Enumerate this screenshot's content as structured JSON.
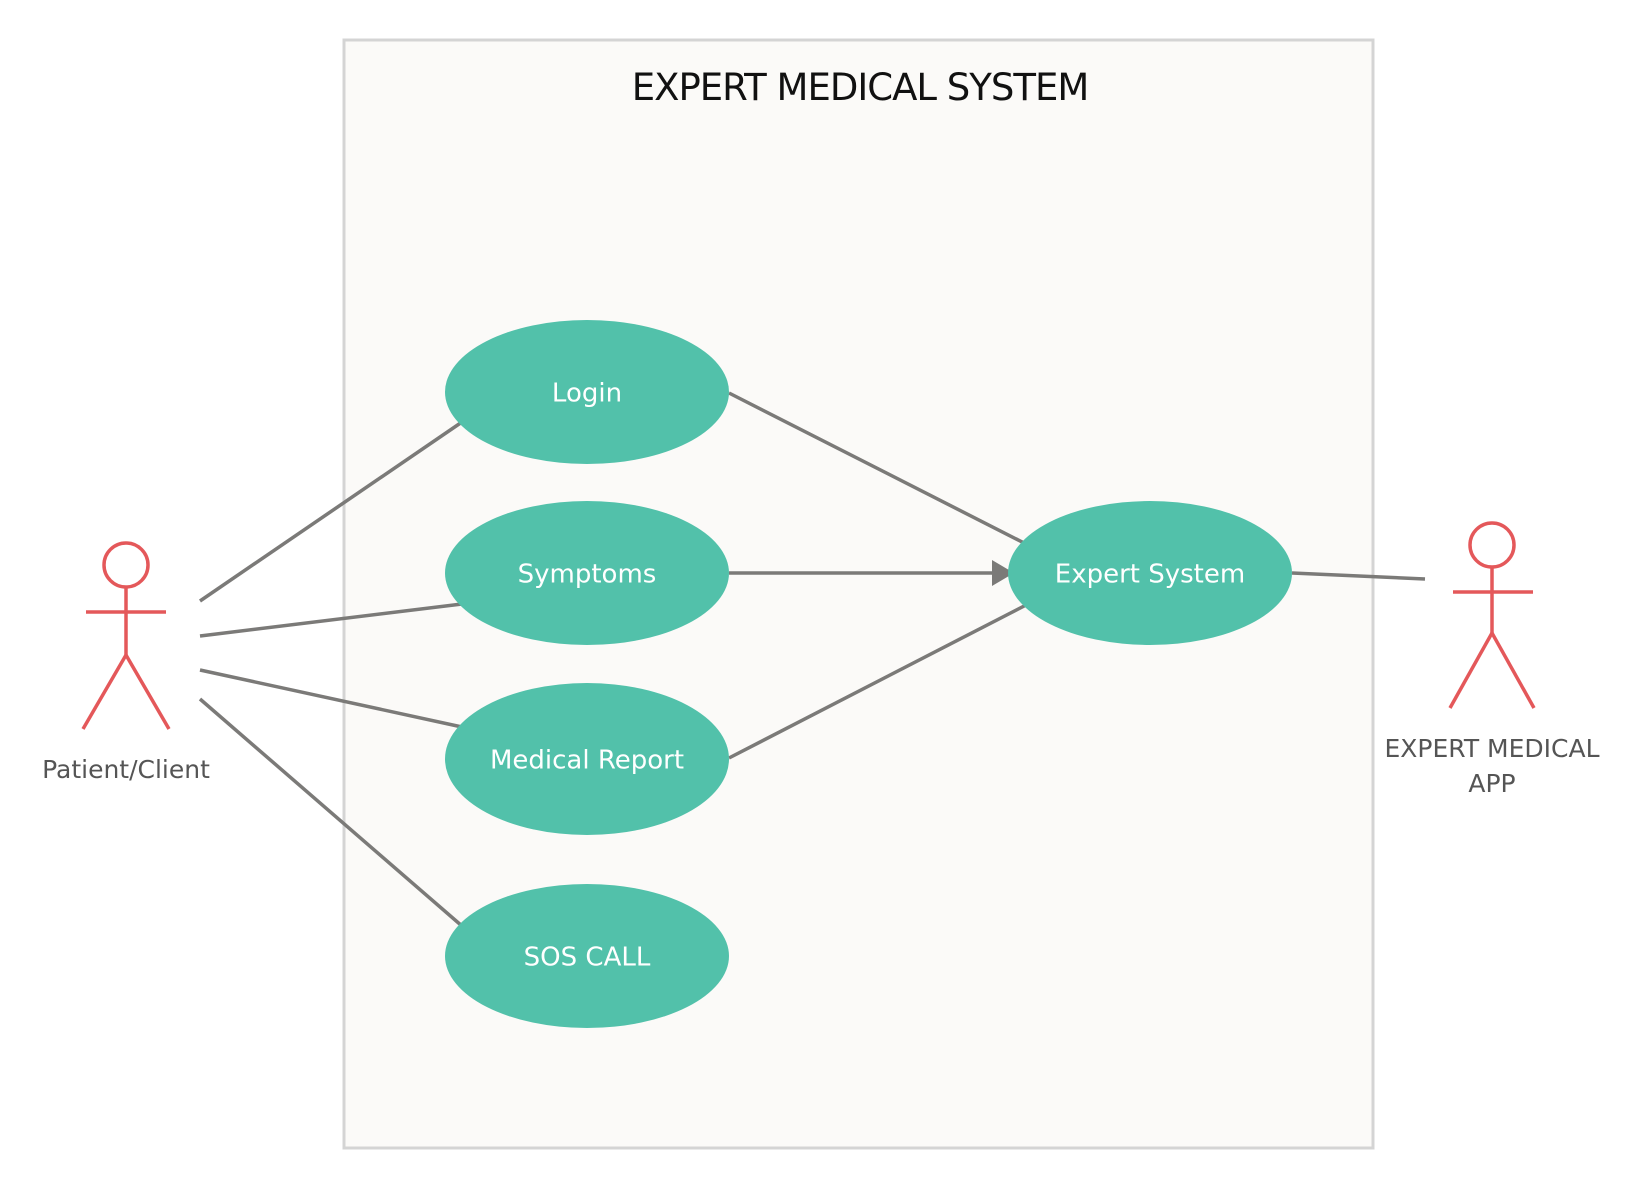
{
  "system": {
    "title": "EXPERT MEDICAL SYSTEM"
  },
  "actors": {
    "patient": {
      "label": "Patient/Client"
    },
    "app": {
      "label_line1": "EXPERT MEDICAL",
      "label_line2": "APP"
    }
  },
  "use_cases": {
    "login": {
      "label": "Login"
    },
    "symptoms": {
      "label": "Symptoms"
    },
    "medical_report": {
      "label": "Medical Report"
    },
    "sos_call": {
      "label": "SOS CALL"
    },
    "expert_system": {
      "label": "Expert System"
    }
  },
  "connections": [
    {
      "from": "Patient/Client",
      "to": "Login",
      "type": "association"
    },
    {
      "from": "Patient/Client",
      "to": "Symptoms",
      "type": "association"
    },
    {
      "from": "Patient/Client",
      "to": "Medical Report",
      "type": "association"
    },
    {
      "from": "Patient/Client",
      "to": "SOS CALL",
      "type": "association"
    },
    {
      "from": "Login",
      "to": "Expert System",
      "type": "association"
    },
    {
      "from": "Symptoms",
      "to": "Expert System",
      "type": "directed"
    },
    {
      "from": "Medical Report",
      "to": "Expert System",
      "type": "association"
    },
    {
      "from": "Expert System",
      "to": "EXPERT MEDICAL APP",
      "type": "association"
    }
  ],
  "colors": {
    "use_case_fill": "#52c1aa",
    "actor_stroke": "#e4585a",
    "line": "#7b7a78",
    "boundary_fill": "#fbfaf8",
    "boundary_stroke": "#d4d4d4"
  }
}
